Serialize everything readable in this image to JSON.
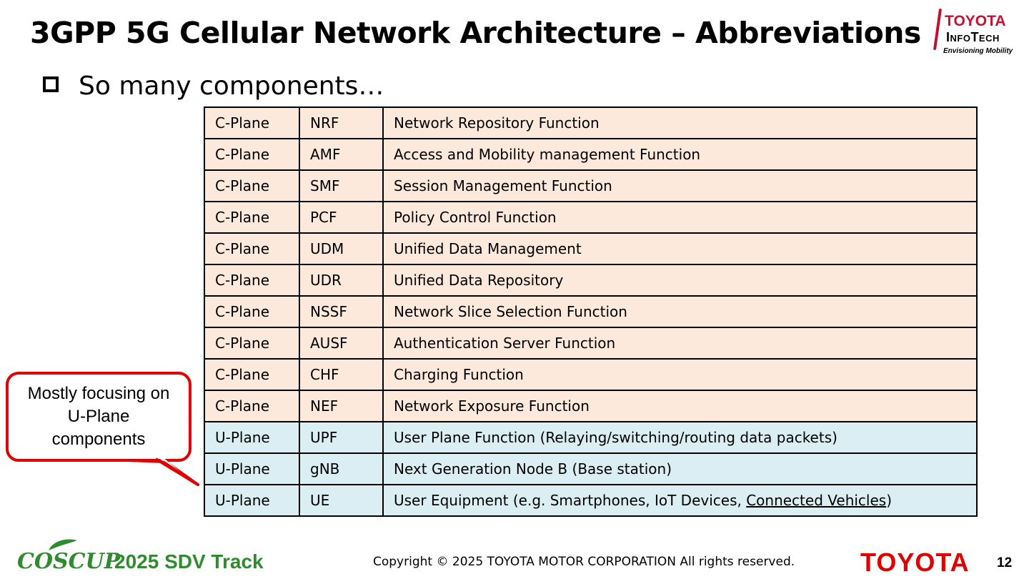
{
  "slide": {
    "title": "3GPP 5G Cellular Network Architecture – Abbreviations",
    "bullet": "So many components…",
    "page_number": "12"
  },
  "logo": {
    "line1": "TOYOTA",
    "line2": "InfoTech",
    "tagline": "Envisioning Mobility"
  },
  "table": {
    "rows": [
      {
        "plane": "C-Plane",
        "abbr": "NRF",
        "desc": "Network Repository Function",
        "kind": "c"
      },
      {
        "plane": "C-Plane",
        "abbr": "AMF",
        "desc": "Access and Mobility management Function",
        "kind": "c"
      },
      {
        "plane": "C-Plane",
        "abbr": "SMF",
        "desc": "Session Management Function",
        "kind": "c"
      },
      {
        "plane": "C-Plane",
        "abbr": "PCF",
        "desc": "Policy Control Function",
        "kind": "c"
      },
      {
        "plane": "C-Plane",
        "abbr": "UDM",
        "desc": "Unified Data Management",
        "kind": "c"
      },
      {
        "plane": "C-Plane",
        "abbr": "UDR",
        "desc": "Unified Data Repository",
        "kind": "c"
      },
      {
        "plane": "C-Plane",
        "abbr": "NSSF",
        "desc": "Network Slice Selection Function",
        "kind": "c"
      },
      {
        "plane": "C-Plane",
        "abbr": "AUSF",
        "desc": "Authentication Server Function",
        "kind": "c"
      },
      {
        "plane": "C-Plane",
        "abbr": "CHF",
        "desc": "Charging Function",
        "kind": "c"
      },
      {
        "plane": "C-Plane",
        "abbr": "NEF",
        "desc": "Network Exposure Function",
        "kind": "c"
      },
      {
        "plane": "U-Plane",
        "abbr": "UPF",
        "desc": "User Plane Function (Relaying/switching/routing data packets)",
        "kind": "u"
      },
      {
        "plane": "U-Plane",
        "abbr": "gNB",
        "desc": "Next Generation Node B (Base station)",
        "kind": "u"
      },
      {
        "plane": "U-Plane",
        "abbr": "UE",
        "desc": "User Equipment (e.g. Smartphones, IoT Devices, ",
        "desc_link": "Connected Vehicles",
        "desc_end": ")",
        "kind": "u"
      }
    ]
  },
  "callout": {
    "line1": "Mostly focusing on",
    "line2": "U-Plane",
    "line3": "components"
  },
  "footer": {
    "coscup": "COSCUP",
    "track": "2025 SDV Track",
    "copyright": "Copyright ©  2025 TOYOTA MOTOR CORPORATION All rights reserved.",
    "brand": "TOYOTA"
  },
  "colors": {
    "c_plane_bg": "#fce9dc",
    "u_plane_bg": "#daeef3",
    "accent_red": "#e00000",
    "coscup_green": "#2e8b2e"
  }
}
